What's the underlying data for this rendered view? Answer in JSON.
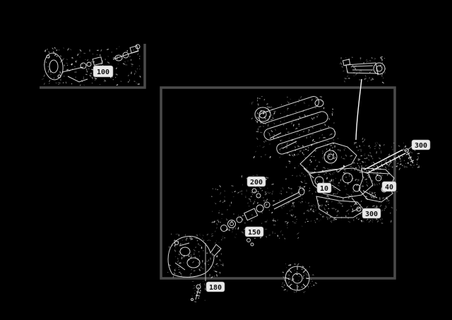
{
  "diagram": {
    "colors": {
      "background": "#000000",
      "panel_border": "#4a4a4a",
      "art_line": "#d9d9d9",
      "highlight_shaft": "#ffffff",
      "callout_fill": "#e9e9e9",
      "callout_text": "#111111"
    },
    "callouts": {
      "inset_shaft": "100",
      "cover_bracket": "200",
      "intermediate_shaft": "150",
      "switch_small": "10",
      "bracket_small": "40",
      "column_lower": "300",
      "column_upper": "300",
      "bottom_bolt": "180"
    }
  }
}
